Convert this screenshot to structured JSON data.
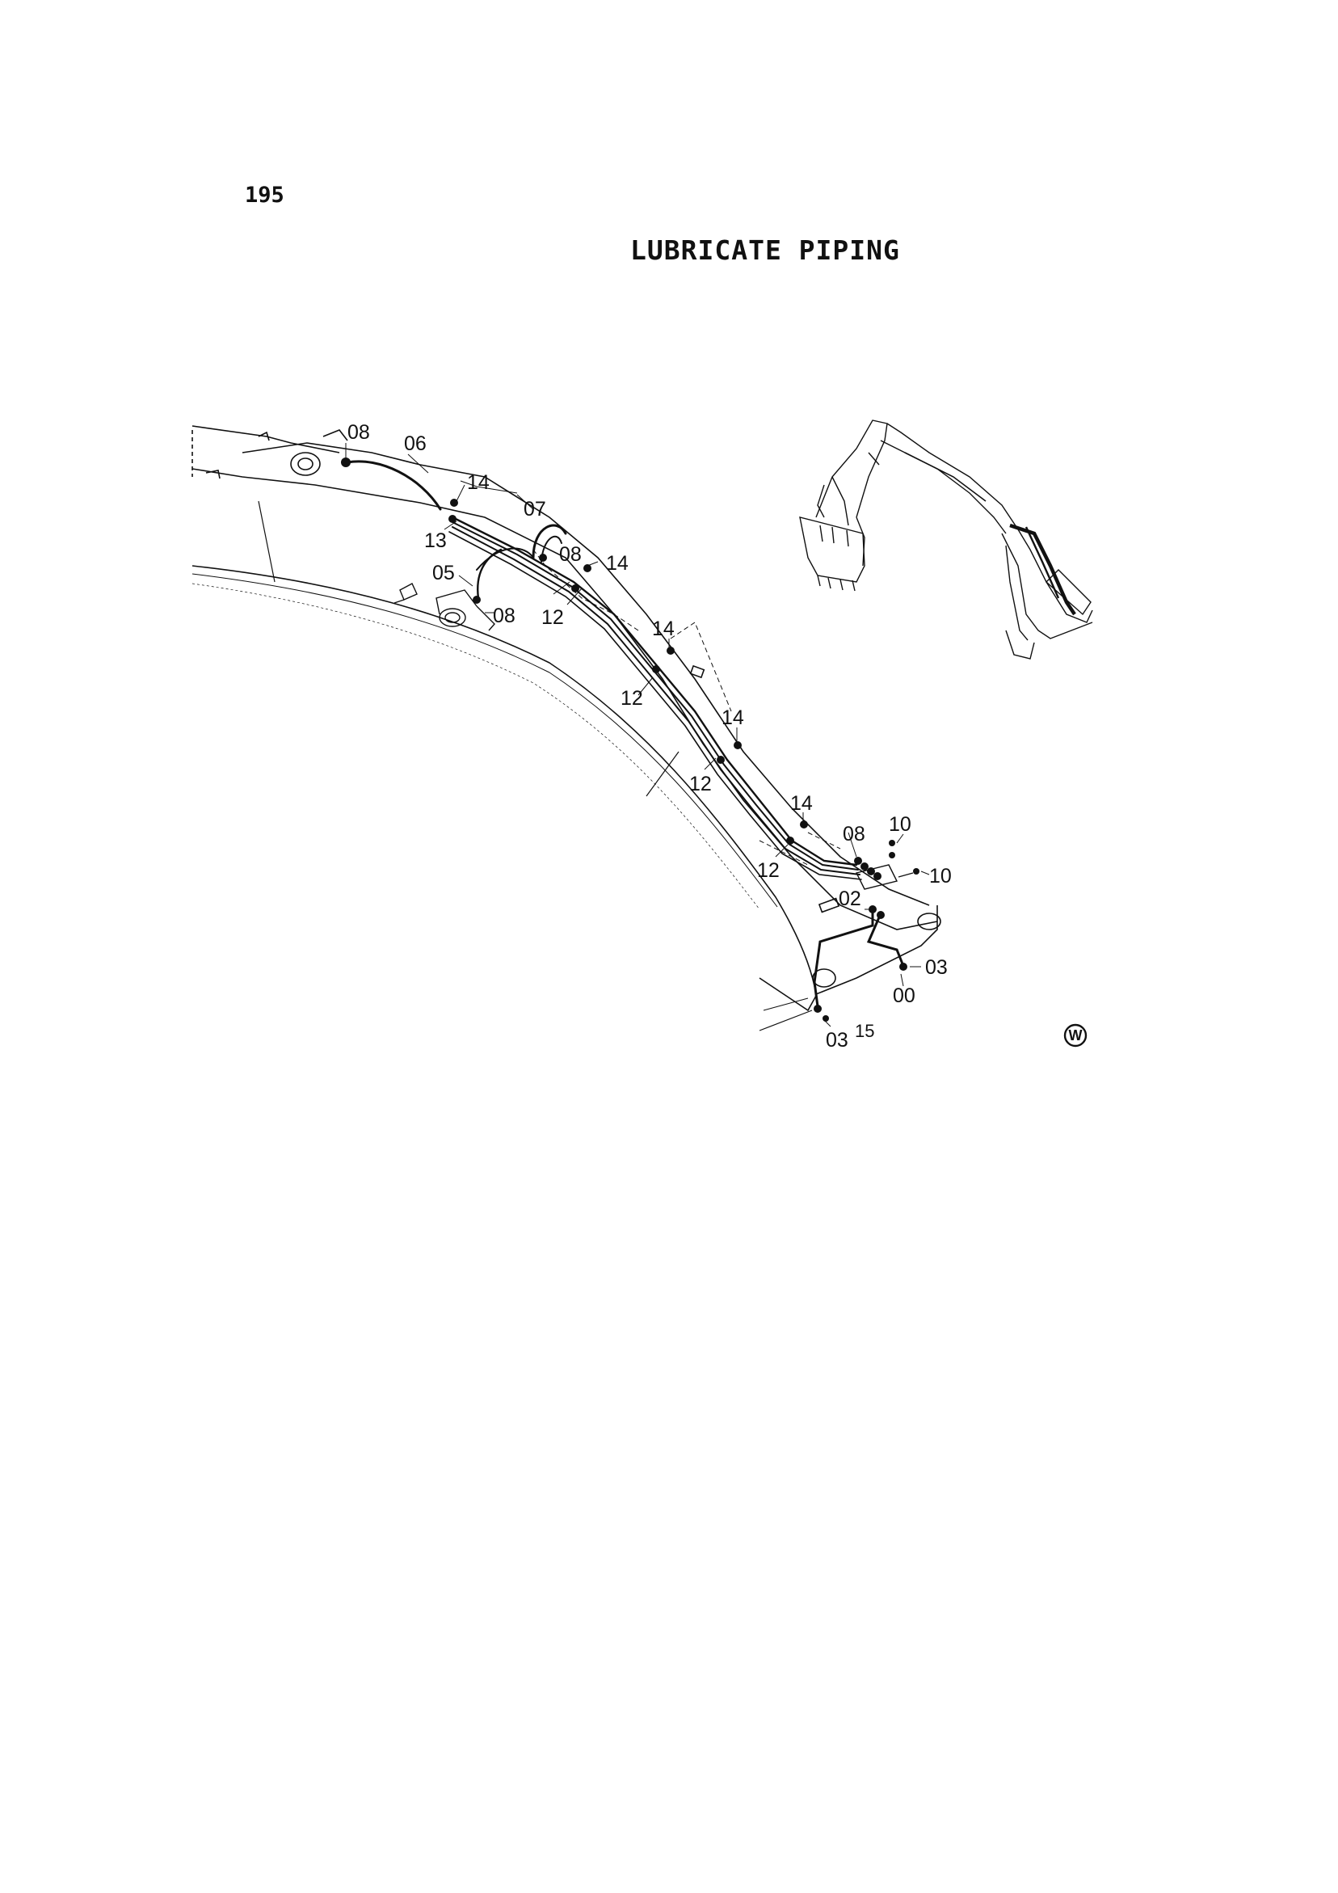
{
  "page": {
    "number": "195",
    "title": "LUBRICATE PIPING"
  },
  "callouts": [
    {
      "id": "c-08-top",
      "text": "08"
    },
    {
      "id": "c-06",
      "text": "06"
    },
    {
      "id": "c-14-a",
      "text": "14"
    },
    {
      "id": "c-07",
      "text": "07"
    },
    {
      "id": "c-13",
      "text": "13"
    },
    {
      "id": "c-08-mid",
      "text": "08"
    },
    {
      "id": "c-14-b",
      "text": "14"
    },
    {
      "id": "c-05",
      "text": "05"
    },
    {
      "id": "c-08-left",
      "text": "08"
    },
    {
      "id": "c-12-a",
      "text": "12"
    },
    {
      "id": "c-14-c",
      "text": "14"
    },
    {
      "id": "c-12-b",
      "text": "12"
    },
    {
      "id": "c-14-d",
      "text": "14"
    },
    {
      "id": "c-12-c",
      "text": "12"
    },
    {
      "id": "c-14-e",
      "text": "14"
    },
    {
      "id": "c-08-right",
      "text": "08"
    },
    {
      "id": "c-10-a",
      "text": "10"
    },
    {
      "id": "c-10-b",
      "text": "10"
    },
    {
      "id": "c-12-d",
      "text": "12"
    },
    {
      "id": "c-02",
      "text": "02"
    },
    {
      "id": "c-03-a",
      "text": "03"
    },
    {
      "id": "c-00",
      "text": "00"
    },
    {
      "id": "c-03-b",
      "text": "03"
    },
    {
      "id": "c-15",
      "text": "15"
    }
  ],
  "watermark": {
    "letter": "W"
  },
  "colors": {
    "ink": "#111111",
    "paper": "#ffffff"
  }
}
